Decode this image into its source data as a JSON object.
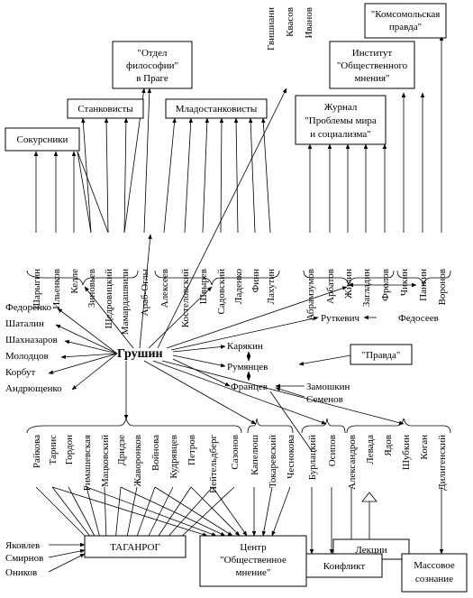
{
  "center": "Грушин",
  "boxes": {
    "komsomol": [
      "\"Комсомольская",
      "правда\""
    ],
    "institut": [
      "Институт",
      "\"Общественного",
      "мнения\""
    ],
    "otdel": [
      "\"Отдел",
      "философии\"",
      "в Праге"
    ],
    "zhurnal": [
      "Журнал",
      "\"Проблемы мира",
      "и социализма\""
    ],
    "stankovisty": [
      "Станковисты"
    ],
    "mladostankovisty": [
      "Младостанковисты"
    ],
    "sokursniki": [
      "Сокурсники"
    ],
    "pravda": [
      "\"Правда\""
    ],
    "taganrog": [
      "ТАГАНРОГ"
    ],
    "tsentr": [
      "Центр",
      "\"Общественное",
      "мнение\""
    ],
    "konflikt": [
      "Конфликт"
    ],
    "lektsii": [
      "Лекции"
    ],
    "massovoe": [
      "Массовое",
      "сознание"
    ]
  },
  "top_vertical_names": [
    "Шарыгин",
    "Ильенков",
    "Келле",
    "Зиновьев",
    "Щедровицкий",
    "Мамардашвили",
    "Араб-Оглы",
    "Алексеев",
    "Костеловский",
    "Швырев",
    "Садовский",
    "Ладенко",
    "Финн",
    "Лахутин",
    "Абрамзумов",
    "Арбатов",
    "Жилин",
    "Загладин",
    "Фролов",
    "Чикин",
    "Панкин",
    "Воронов"
  ],
  "top_right_names": [
    "Гвишиани",
    "Квасов",
    "Иванов"
  ],
  "left_names": [
    "Федоренко",
    "Шаталин",
    "Шахназаров",
    "Молодцов",
    "Корбут",
    "Андрющенко"
  ],
  "mid_names": {
    "karyakin": "Карякин",
    "rumyantsev": "Румянцев",
    "frantsev": "Францев",
    "zamoshkin": "Замошкин",
    "semenov": "Семенов",
    "rutkevich": "Руткевич",
    "fedoseev": "Федосеев"
  },
  "bottom_vertical_names": [
    "Райкова",
    "Тарнис",
    "Гордон",
    "Римашевская",
    "Мацковский",
    "Дридзе",
    "Жаворонков",
    "Войнова",
    "Кудрявцев",
    "Петров",
    "Нейтельдберг",
    "Сазонов",
    "Капелюш",
    "Токаревский",
    "Чеснокова",
    "Бурлацкий",
    "Осипов",
    "Александров",
    "Левада",
    "Ядов",
    "Шубкин",
    "Коган",
    "Дилигенский"
  ],
  "bottom_left_names": [
    "Яковлев",
    "Смирнов",
    "Оников"
  ]
}
